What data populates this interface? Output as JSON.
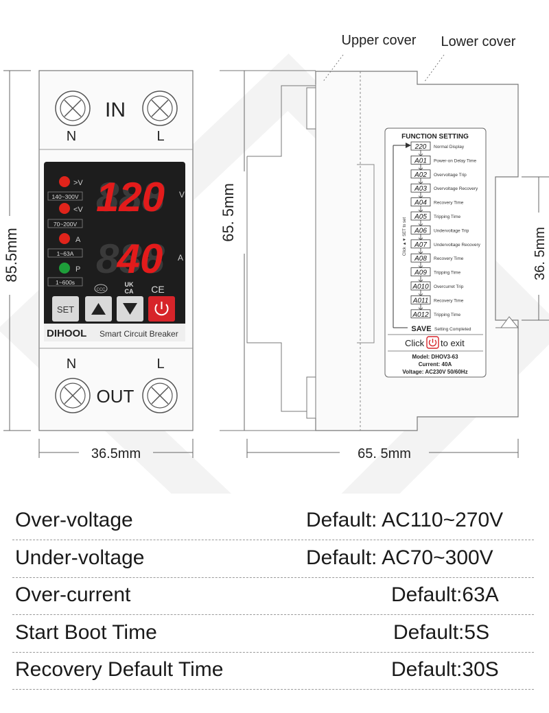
{
  "diagram": {
    "top_labels": {
      "upper_cover": "Upper cover",
      "lower_cover": "Lower cover"
    },
    "front": {
      "in_label": "IN",
      "out_label": "OUT",
      "top_n": "N",
      "top_l": "L",
      "bottom_n": "N",
      "bottom_l": "L",
      "voltage_display": "120",
      "voltage_unit": "V",
      "current_display": "40",
      "current_unit": "A",
      "indicators": [
        {
          "symbol": ">V",
          "range": "140~300V",
          "color": "#e0241b"
        },
        {
          "symbol": "<V",
          "range": "70~200V",
          "color": "#e0241b"
        },
        {
          "symbol": "A",
          "range": "1~63A",
          "color": "#e0241b"
        },
        {
          "symbol": "P",
          "range": "1~600s",
          "color": "#1e9e3a"
        }
      ],
      "cert_ukca_top": "UK",
      "cert_ukca_bottom": "CA",
      "cert_ce": "CE",
      "set_label": "SET",
      "brand": "DIHOOL",
      "product": "Smart Circuit Breaker"
    },
    "dimensions": {
      "height": "85.5mm",
      "width": "36.5mm",
      "side_height": "65. 5mm",
      "side_width": "65. 5mm",
      "rail_depth": "36. 5mm"
    },
    "function_setting": {
      "title": "FUNCTION SETTING",
      "items": [
        {
          "code": "220",
          "desc": "Normal Display"
        },
        {
          "code": "A01",
          "desc": "Power-on Delay Time"
        },
        {
          "code": "A02",
          "desc": "Overvoltage Trip"
        },
        {
          "code": "A03",
          "desc": "Overvoltage Recovery"
        },
        {
          "code": "A04",
          "desc": "Recovery Time"
        },
        {
          "code": "A05",
          "desc": "Tripping Time"
        },
        {
          "code": "A06",
          "desc": "Undervoltage Trip"
        },
        {
          "code": "A07",
          "desc": "Undervoltage Recovery"
        },
        {
          "code": "A08",
          "desc": "Recovery Time"
        },
        {
          "code": "A09",
          "desc": "Tripping Time"
        },
        {
          "code": "A010",
          "desc": "Overcurret Trip"
        },
        {
          "code": "A011",
          "desc": "Recovery Time"
        },
        {
          "code": "A012",
          "desc": "Tripping Time"
        }
      ],
      "save_code": "SAVE",
      "save_desc": "Setting Completed",
      "side_note": "Click ▲▼ SET to set",
      "click_text": "Click",
      "exit_text": "to exit",
      "model": "Model: DHOV3-63",
      "current": "Current: 40A",
      "voltage": "Voltage: AC230V 50/60Hz"
    }
  },
  "specs": [
    {
      "label": "Over-voltage",
      "value": "Default: AC110~270V"
    },
    {
      "label": "Under-voltage",
      "value": "Default: AC70~300V"
    },
    {
      "label": "Over-current",
      "value": "Default:63A"
    },
    {
      "label": "Start Boot Time",
      "value": "Default:5S"
    },
    {
      "label": "Recovery Default Time",
      "value": "Default:30S"
    }
  ]
}
